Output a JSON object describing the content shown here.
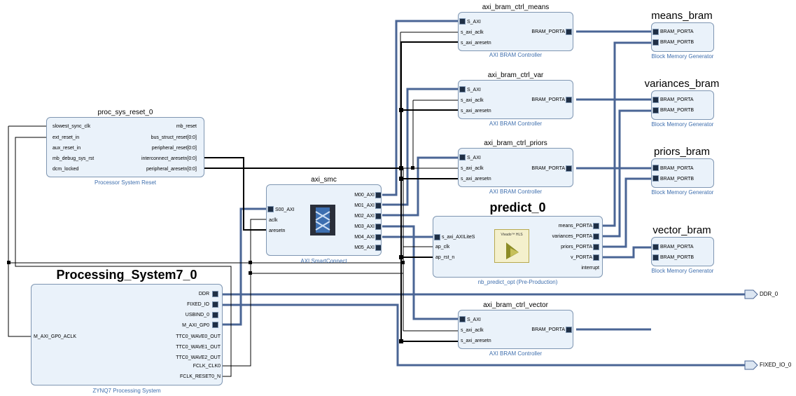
{
  "proc_sys_reset": {
    "name": "proc_sys_reset_0",
    "subtitle": "Processor System Reset",
    "left_ports": [
      "slowest_sync_clk",
      "ext_reset_in",
      "aux_reset_in",
      "mb_debug_sys_rst",
      "dcm_locked"
    ],
    "right_ports": [
      "mb_reset",
      "bus_struct_reset[0:0]",
      "peripheral_reset[0:0]",
      "interconnect_aresetn[0:0]",
      "peripheral_aresetn[0:0]"
    ]
  },
  "axi_smc": {
    "name": "axi_smc",
    "subtitle": "AXI SmartConnect",
    "left_ports": [
      "S00_AXI",
      "aclk",
      "aresetn"
    ],
    "right_ports": [
      "M00_AXI",
      "M01_AXI",
      "M02_AXI",
      "M03_AXI",
      "M04_AXI",
      "M05_AXI"
    ]
  },
  "ps7": {
    "name": "Processing_System7_0",
    "subtitle": "ZYNQ7 Processing System",
    "left_ports": [
      "M_AXI_GP0_ACLK"
    ],
    "right_ports": [
      "DDR",
      "FIXED_IO",
      "USBIND_0",
      "M_AXI_GP0",
      "TTC0_WAVE0_OUT",
      "TTC0_WAVE1_OUT",
      "TTC0_WAVE2_OUT",
      "FCLK_CLK0",
      "FCLK_RESET0_N"
    ]
  },
  "bram_ctrls": [
    {
      "name": "axi_bram_ctrl_means",
      "subtitle": "AXI BRAM Controller"
    },
    {
      "name": "axi_bram_ctrl_var",
      "subtitle": "AXI BRAM Controller"
    },
    {
      "name": "axi_bram_ctrl_priors",
      "subtitle": "AXI BRAM Controller"
    },
    {
      "name": "axi_bram_ctrl_vector",
      "subtitle": "AXI BRAM Controller"
    }
  ],
  "bram_ctrl_ports": {
    "left": [
      "S_AXI",
      "s_axi_aclk",
      "s_axi_aresetn"
    ],
    "right": "BRAM_PORTA"
  },
  "brams": [
    {
      "name": "means_bram",
      "subtitle": "Block Memory Generator"
    },
    {
      "name": "variances_bram",
      "subtitle": "Block Memory Generator"
    },
    {
      "name": "priors_bram",
      "subtitle": "Block Memory Generator"
    },
    {
      "name": "vector_bram",
      "subtitle": "Block Memory Generator"
    }
  ],
  "bram_ports": [
    "BRAM_PORTA",
    "BRAM_PORTB"
  ],
  "predict": {
    "name": "predict_0",
    "subtitle": "nb_predict_opt (Pre-Production)",
    "logo_text": "Vivado™ HLS",
    "left_ports": [
      "s_axi_AXILiteS",
      "ap_clk",
      "ap_rst_n"
    ],
    "right_ports": [
      "means_PORTA",
      "variances_PORTA",
      "priors_PORTA",
      "v_PORTA",
      "interrupt"
    ]
  },
  "external_ports": [
    "DDR_0",
    "FIXED_IO_0"
  ],
  "colors": {
    "bus": "#4a6595",
    "wire": "#000000",
    "block_fill": "#eaf2fa",
    "block_border": "#7f96b2",
    "subtitle": "#3f6fae"
  }
}
